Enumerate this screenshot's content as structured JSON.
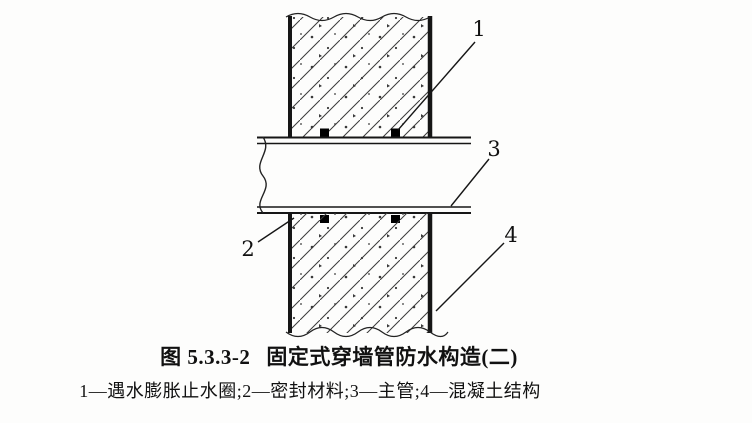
{
  "figure": {
    "caption_label": "图 5.3.3-2",
    "caption_title": "固定式穿墙管防水构造(二)",
    "legend_text": "1—遇水膨胀止水圈;2—密封材料;3—主管;4—混凝土结构",
    "callouts": [
      "1",
      "2",
      "3",
      "4"
    ],
    "parts": {
      "part1": "遇水膨胀止水圈",
      "part2": "密封材料",
      "part3": "主管",
      "part4": "混凝土结构"
    }
  }
}
